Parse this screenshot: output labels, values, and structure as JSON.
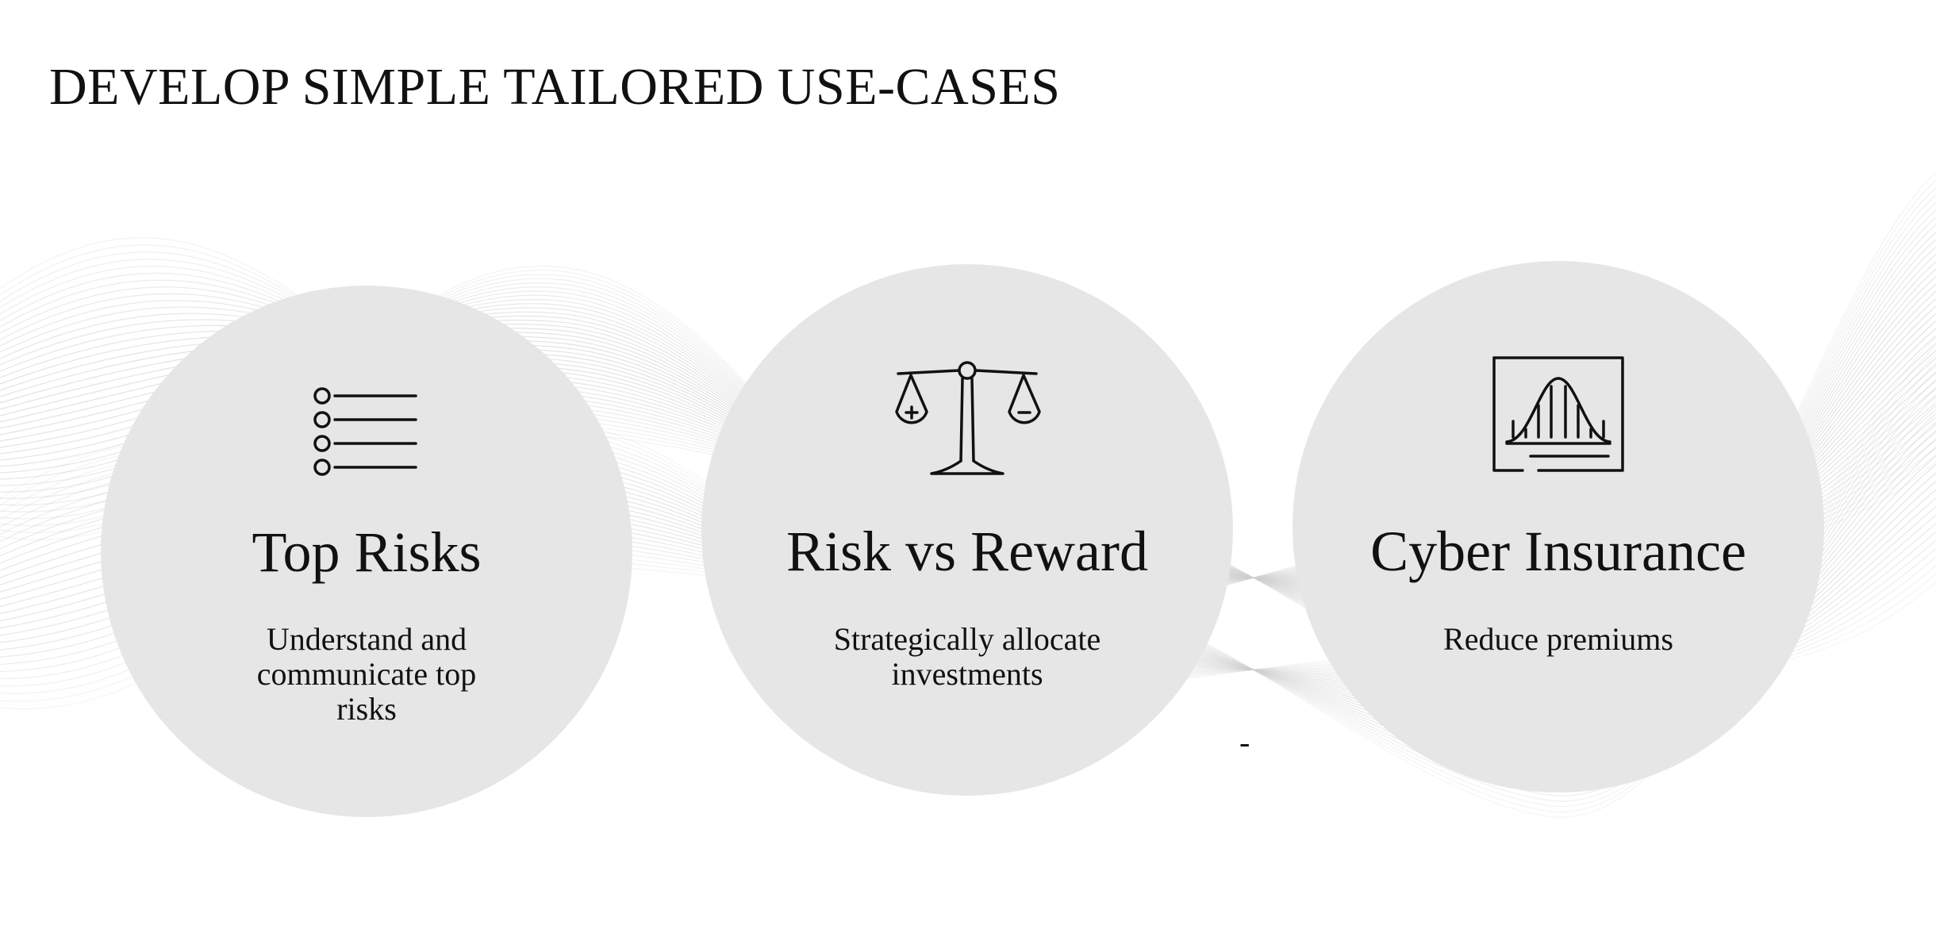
{
  "slide": {
    "title": "DEVELOP SIMPLE TAILORED USE-CASES"
  },
  "cards": [
    {
      "heading": "Top Risks",
      "description": "Understand and communicate top risks",
      "icon": "bulleted-list-icon"
    },
    {
      "heading": "Risk vs Reward",
      "description": "Strategically allocate investments",
      "icon": "balance-scale-icon"
    },
    {
      "heading": "Cyber Insurance",
      "description": "Reduce premiums",
      "icon": "bell-curve-chart-icon"
    }
  ],
  "stray_mark": "-",
  "colors": {
    "background": "#ffffff",
    "circle_fill": "#e6e6e6",
    "text": "#111111",
    "wave_lines": "#cfcfcf"
  }
}
